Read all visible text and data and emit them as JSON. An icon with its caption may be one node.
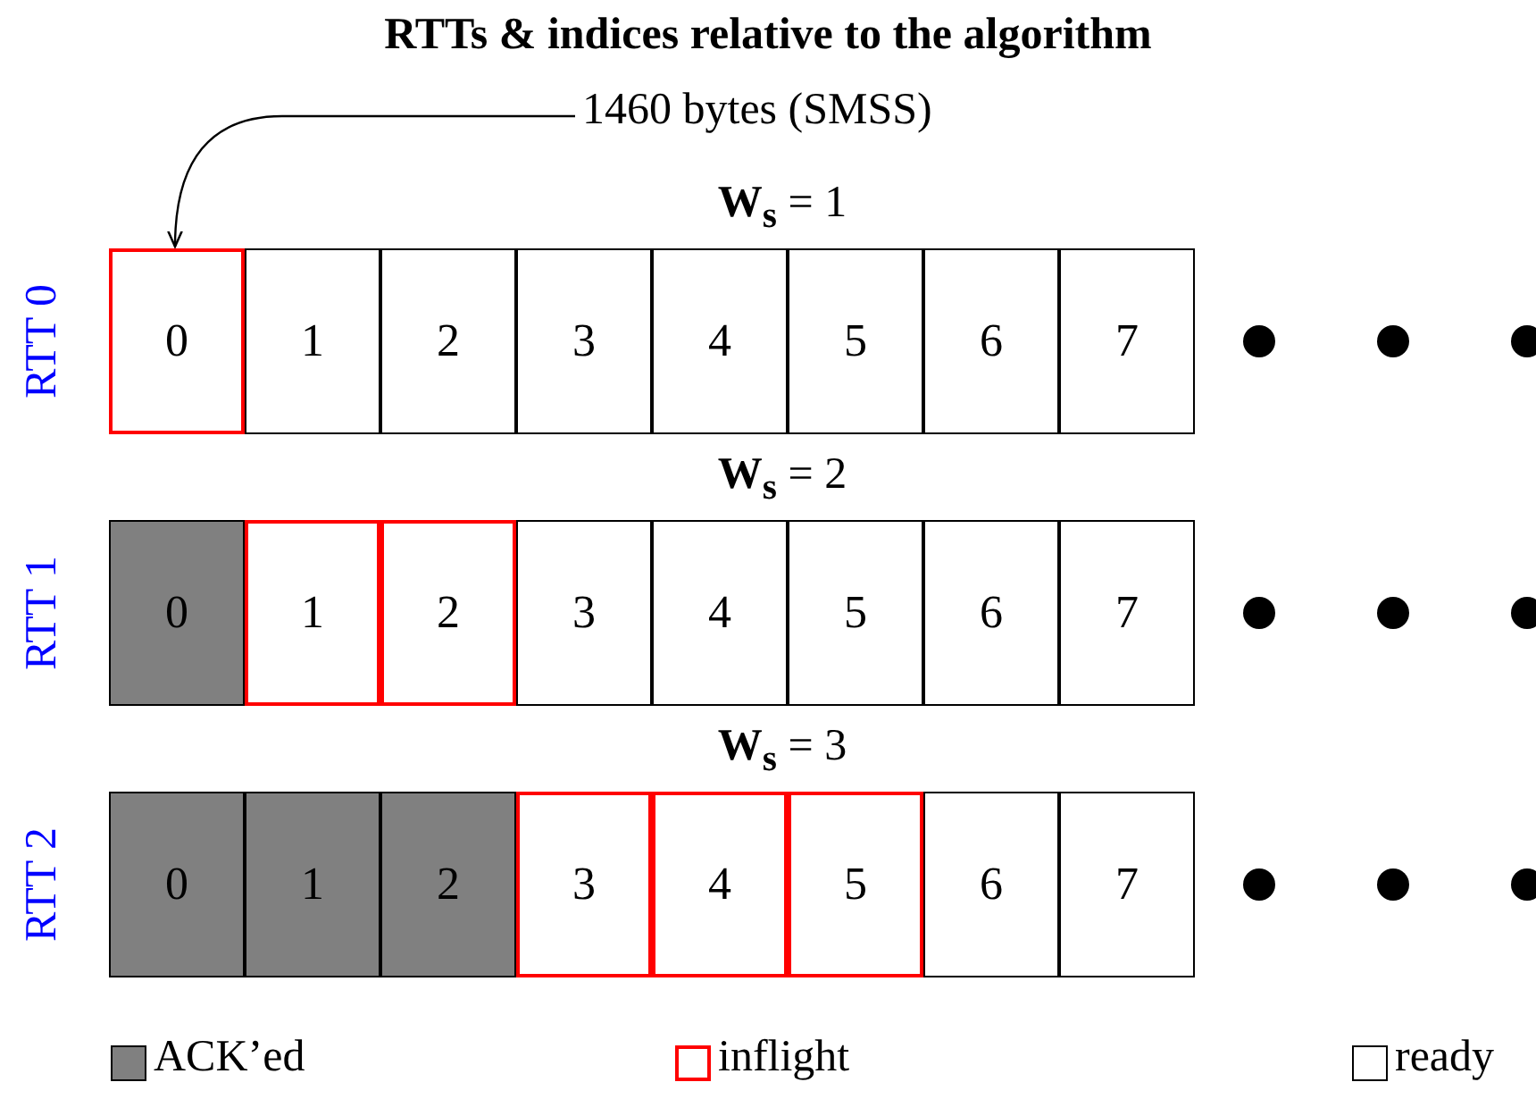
{
  "diagram": {
    "title": "RTTs & indices relative to the algorithm",
    "nodes": [
      {
        "text": [
          "1460 bytes (SMSS)"
        ]
      },
      {
        "text": [
          "0"
        ]
      },
      {
        "text": [
          "1"
        ]
      },
      {
        "text": [
          "2"
        ]
      },
      {
        "text": [
          "3"
        ]
      },
      {
        "text": [
          "4"
        ]
      },
      {
        "text": [
          "5"
        ]
      },
      {
        "text": [
          "6"
        ]
      },
      {
        "text": [
          "7"
        ]
      },
      {
        "text": [],
        "shape": "circle"
      },
      {
        "text": [],
        "shape": "circle"
      },
      {
        "text": [],
        "shape": "circle"
      },
      {
        "text": [
          "0"
        ]
      },
      {
        "text": [
          "1"
        ]
      },
      {
        "text": [
          "2"
        ]
      },
      {
        "text": [
          "3"
        ]
      },
      {
        "text": [
          "4"
        ]
      },
      {
        "text": [
          "5"
        ]
      },
      {
        "text": [
          "6"
        ]
      },
      {
        "text": [
          "7"
        ]
      },
      {
        "text": [],
        "shape": "circle"
      },
      {
        "text": [],
        "shape": "circle"
      },
      {
        "text": [],
        "shape": "circle"
      },
      {
        "text": [
          "0"
        ]
      },
      {
        "text": [
          "1"
        ]
      },
      {
        "text": [
          "2"
        ]
      },
      {
        "text": [
          "3"
        ]
      },
      {
        "text": [
          "4"
        ]
      },
      {
        "text": [
          "5"
        ]
      },
      {
        "text": [
          "6"
        ]
      },
      {
        "text": [
          "7"
        ]
      },
      {
        "text": [],
        "shape": "circle"
      },
      {
        "text": [],
        "shape": "circle"
      },
      {
        "text": [],
        "shape": "circle"
      }
    ],
    "edges": [
      {
        "from": 0,
        "to": 1,
        "arrow": "to"
      }
    ],
    "labels": [
      "**W**$_{s}$ = 1",
      "RTT 0",
      "**W**$_{s}$ = 2",
      "RTT 1",
      "**W**$_{s}$ = 3",
      "RTT 2"
    ],
    "legend": [
      {
        "text": "ACK’ed",
        "color": "#808080"
      },
      {
        "text": "inflight"
      },
      {
        "text": "ready"
      }
    ]
  }
}
